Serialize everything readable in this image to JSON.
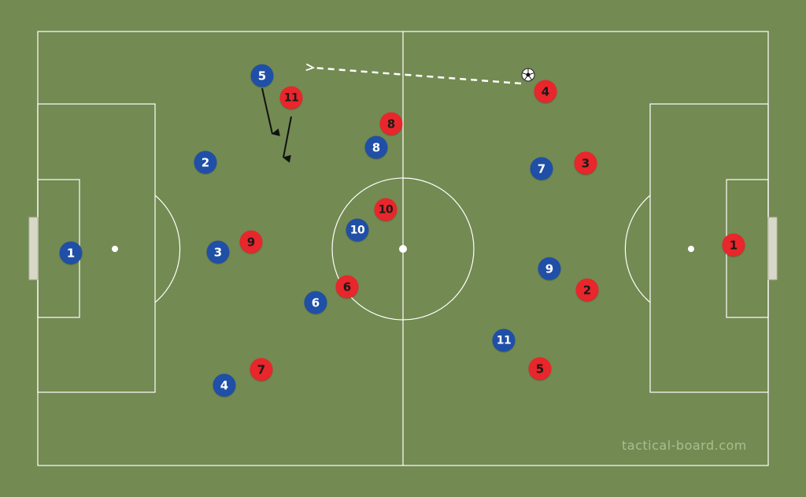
{
  "colors": {
    "grass": "#738a52",
    "lines": "#ffffff",
    "goal": "#d8d8c8",
    "blue_team": "#1f4fa6",
    "red_team": "#e8262b",
    "pass_arrow": "#ffffff",
    "run_arrow": "#111111"
  },
  "watermark": "tactical-board.com",
  "ball": {
    "icon": "soccer-ball-icon"
  },
  "blue_team": {
    "players": [
      {
        "number": "1"
      },
      {
        "number": "2"
      },
      {
        "number": "3"
      },
      {
        "number": "4"
      },
      {
        "number": "5"
      },
      {
        "number": "6"
      },
      {
        "number": "7"
      },
      {
        "number": "8"
      },
      {
        "number": "9"
      },
      {
        "number": "10"
      },
      {
        "number": "11"
      }
    ]
  },
  "red_team": {
    "players": [
      {
        "number": "1"
      },
      {
        "number": "2"
      },
      {
        "number": "3"
      },
      {
        "number": "4"
      },
      {
        "number": "5"
      },
      {
        "number": "6"
      },
      {
        "number": "7"
      },
      {
        "number": "8"
      },
      {
        "number": "9"
      },
      {
        "number": "10"
      },
      {
        "number": "11"
      }
    ]
  },
  "arrows": [
    {
      "type": "pass",
      "style": "dashed"
    },
    {
      "type": "run",
      "style": "solid"
    },
    {
      "type": "run",
      "style": "solid"
    }
  ]
}
